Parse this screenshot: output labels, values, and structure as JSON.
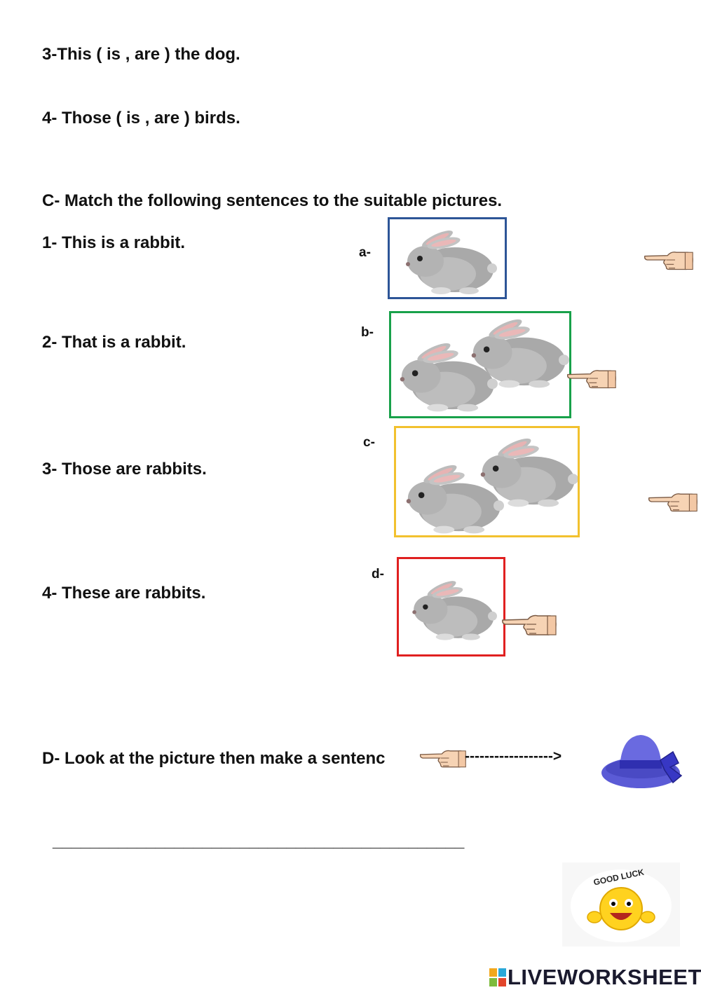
{
  "questions_b": [
    "3-This ( is , are ) the dog.",
    "4- Those ( is , are ) birds."
  ],
  "section_c": {
    "heading": "C- Match the following sentences to the suitable pictures.",
    "sentences": [
      "1- This is a rabbit.",
      "2- That is a rabbit.",
      "3- Those are rabbits.",
      "4- These are rabbits."
    ],
    "picture_labels": [
      "a-",
      "b-",
      "c-",
      "d-"
    ],
    "box_colors": [
      "#2d5597",
      "#18a14a",
      "#f2c12e",
      "#e02020"
    ]
  },
  "section_d": {
    "heading": "D- Look at the picture then make a sentenc",
    "arrow": "------------------>",
    "answer_line": "____________________________________________"
  },
  "good_luck": {
    "text": "GOOD LUCK"
  },
  "watermark": {
    "text": "LIVEWORKSHEETS"
  },
  "colors": {
    "hat": "#5b5bd6",
    "hat_band": "#2f2fb0",
    "rabbit": "#a8a8a8",
    "skin": "#f6d3b4"
  }
}
